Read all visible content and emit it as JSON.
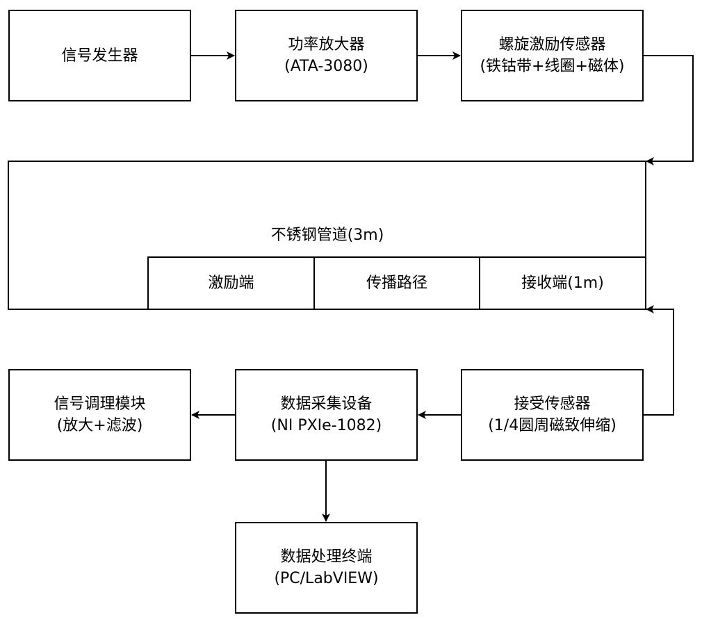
{
  "nodes": {
    "signal_generator": {
      "lines": [
        "信号发生器"
      ]
    },
    "power_amplifier": {
      "lines": [
        "功率放大器",
        "(ATA-3080)"
      ]
    },
    "spiral_sensor": {
      "lines": [
        "螺旋激励传感器",
        "(铁钴带+线圈+磁体)"
      ]
    },
    "pipe": {
      "label": "不锈钢管道(3m)",
      "sections": [
        "激励端",
        "传播路径",
        "接收端(1m)"
      ]
    },
    "receive_sensor": {
      "lines": [
        "接受传感器",
        "(1/4圆周磁致伸缩)"
      ]
    },
    "daq": {
      "lines": [
        "数据采集设备",
        "(NI PXIe-1082)"
      ]
    },
    "conditioning": {
      "lines": [
        "信号调理模块",
        "(放大+滤波)"
      ]
    },
    "terminal": {
      "lines": [
        "数据处理终端",
        "(PC/LabVIEW)"
      ]
    }
  }
}
